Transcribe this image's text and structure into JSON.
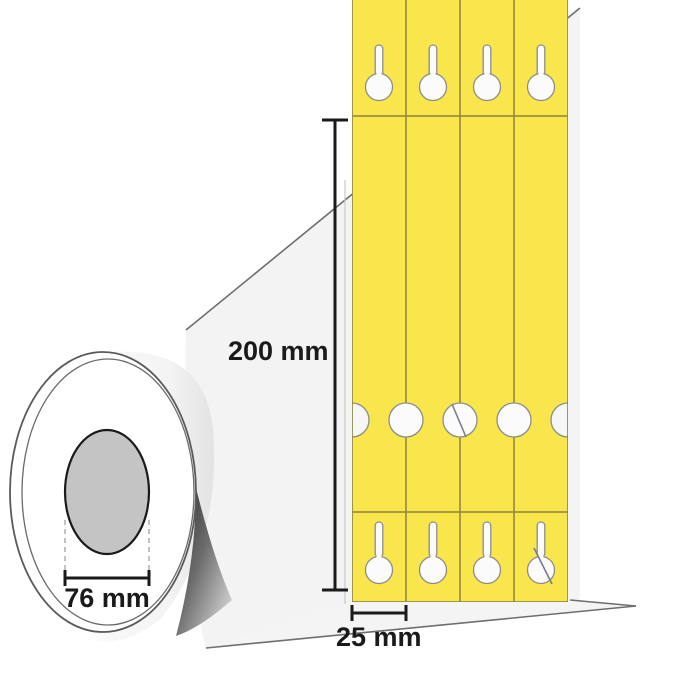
{
  "diagram": {
    "title": "Label roll with keyhole tag labels",
    "background_color": "#ffffff"
  },
  "dimensions": {
    "roll_core": {
      "label": "76 mm",
      "name": "core-diameter",
      "orientation": "horizontal"
    },
    "label_length": {
      "label": "200 mm",
      "name": "label-length",
      "orientation": "vertical"
    },
    "label_width": {
      "label": "25 mm",
      "name": "label-width",
      "orientation": "horizontal"
    }
  },
  "colors": {
    "label_yellow": "#F8E64C",
    "label_separator": "#8C8340",
    "liner_gray": "#F2F2F2",
    "liner_outline": "#6E6E6E",
    "core_fill": "#C4C4C4",
    "core_outline": "#1a1a1a",
    "roll_face": "#FFFFFF",
    "roll_outline": "#5A5A5A",
    "dimension_line": "#1a1a1a",
    "cutout_fill": "#FBFBFB",
    "cutout_outline": "#8C8C8C",
    "underside_shadow": "#4A4A4A"
  },
  "icons": {
    "keyhole": "keyhole-cutout-icon",
    "circle_hole": "round-hole-icon",
    "edge_notch": "edge-notch-icon"
  },
  "labels": {
    "strip_count": 4,
    "keyhole_rows": [
      "top",
      "bottom"
    ],
    "hole_row": "middle",
    "strips": [
      {
        "index": 1,
        "name": "label-strip-1"
      },
      {
        "index": 2,
        "name": "label-strip-2"
      },
      {
        "index": 3,
        "name": "label-strip-3"
      },
      {
        "index": 4,
        "name": "label-strip-4"
      }
    ]
  }
}
